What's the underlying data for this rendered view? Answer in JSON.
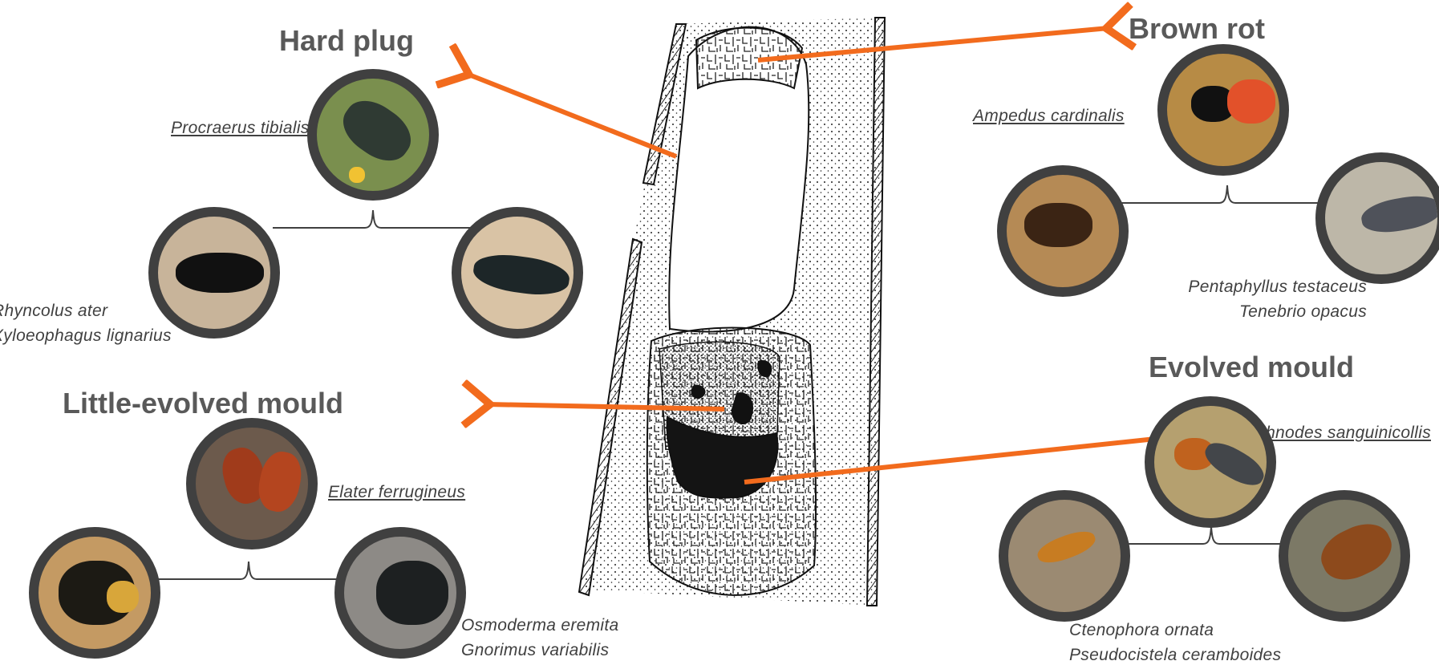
{
  "colors": {
    "arrow": "#f26b1d",
    "ring": "#404040",
    "title": "#595959",
    "text": "#404040"
  },
  "groups": {
    "hard_plug": {
      "title": "Hard plug",
      "primary": "Procraerus tibialis",
      "species": [
        "Rhyncolus ater",
        "Xyloeophagus lignarius"
      ]
    },
    "brown_rot": {
      "title": "Brown rot",
      "primary": "Ampedus cardinalis",
      "species": [
        "Pentaphyllus testaceus",
        "Tenebrio opacus"
      ]
    },
    "little_evolved_mould": {
      "title": "Little-evolved mould",
      "primary": "Elater ferrugineus",
      "species": [
        "Osmoderma eremita",
        "Gnorimus variabilis"
      ]
    },
    "evolved_mould": {
      "title": "Evolved mould",
      "primary": "Ischnodes sanguinicollis",
      "species": [
        "Ctenophora ornata",
        "Pseudocistela ceramboides"
      ]
    }
  }
}
